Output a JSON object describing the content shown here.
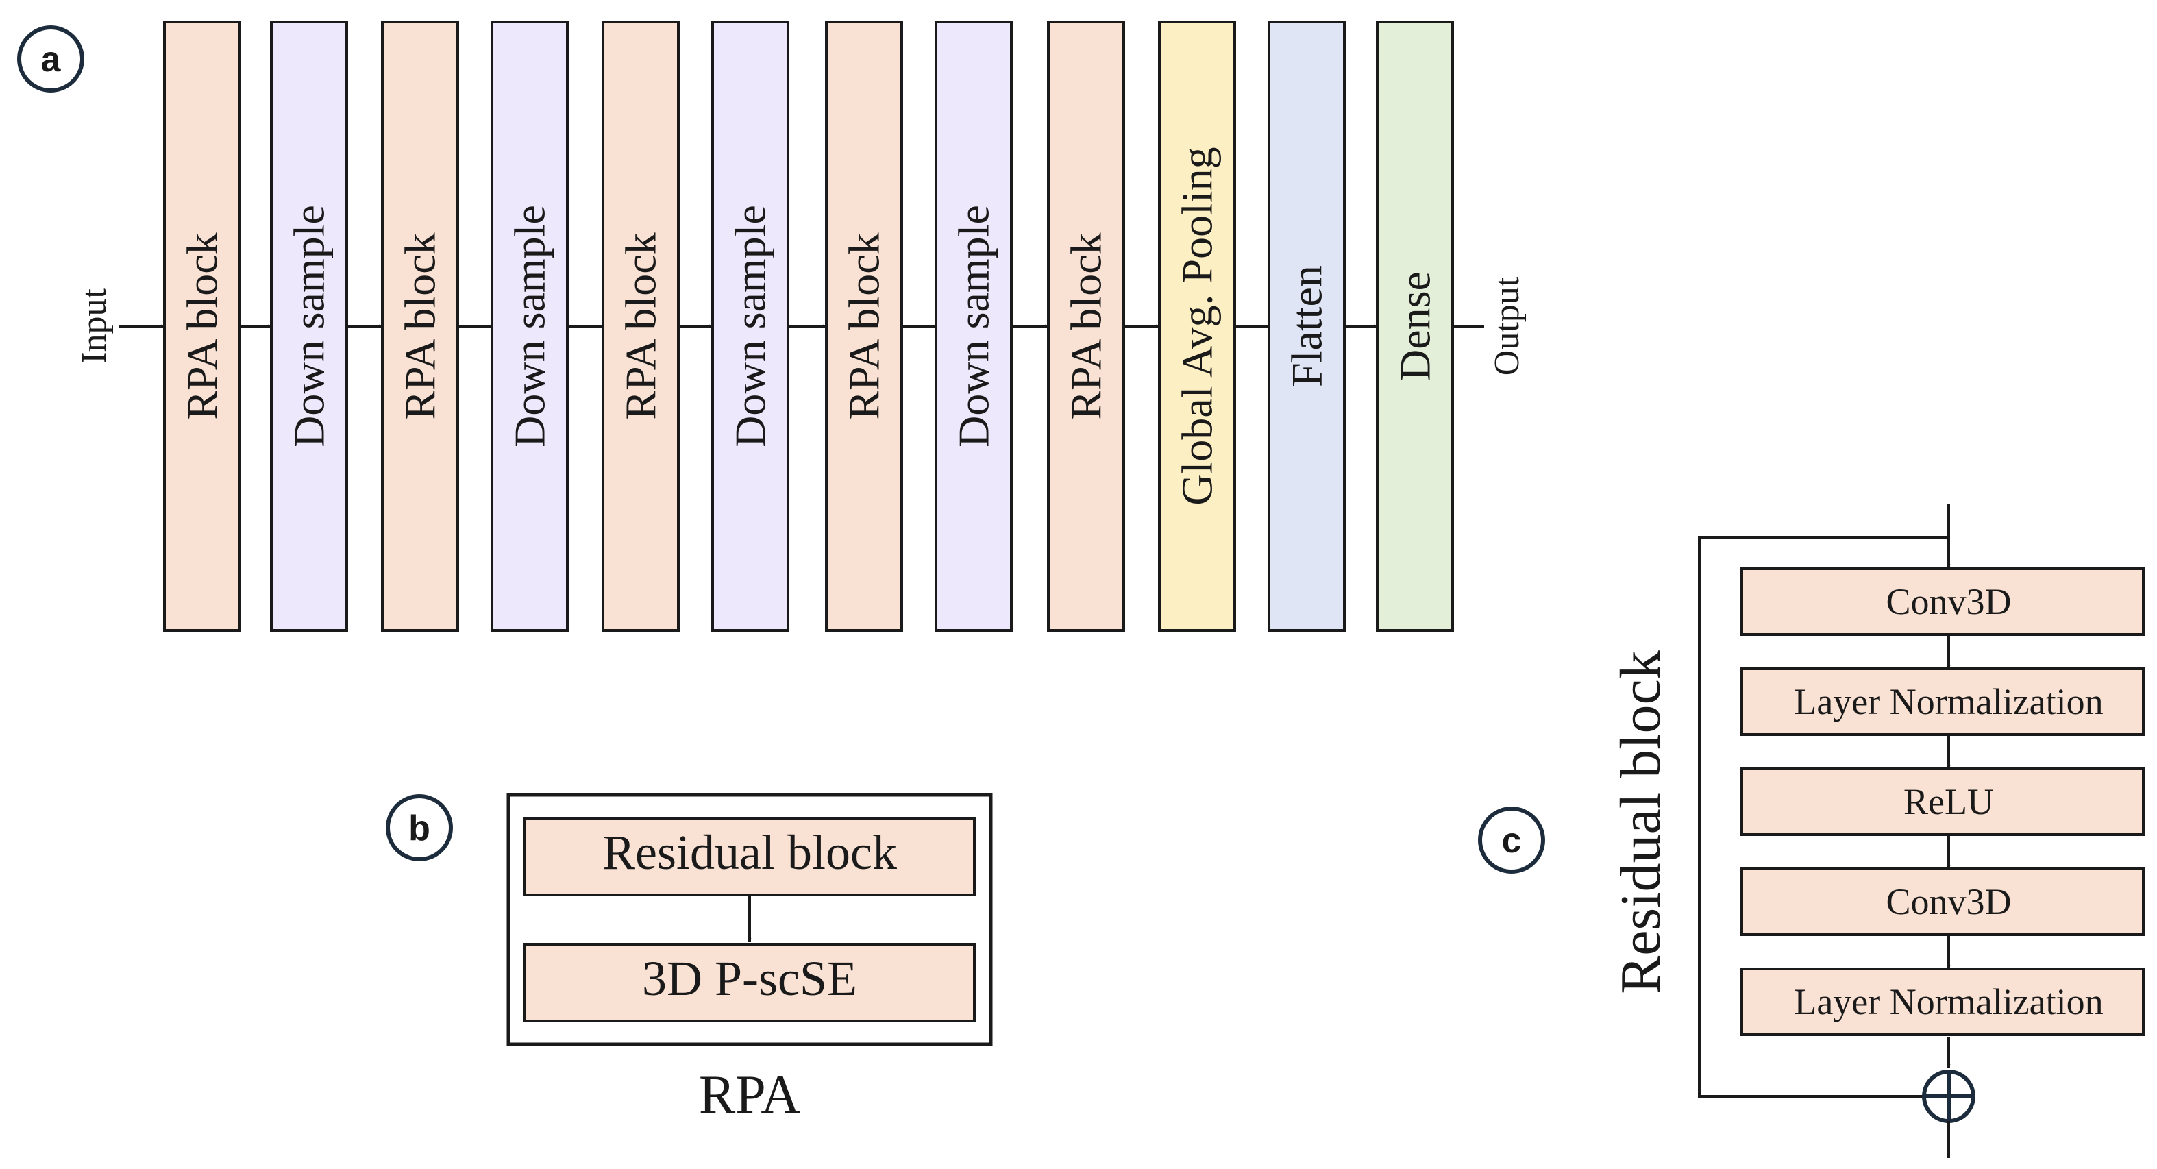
{
  "panels": {
    "a": "a",
    "b": "b",
    "c": "c"
  },
  "panel_a": {
    "input_label": "Input",
    "output_label": "Output",
    "blocks": [
      {
        "label": "RPA block",
        "kind": "rpa"
      },
      {
        "label": "Down sample",
        "kind": "down"
      },
      {
        "label": "RPA block",
        "kind": "rpa"
      },
      {
        "label": "Down sample",
        "kind": "down"
      },
      {
        "label": "RPA block",
        "kind": "rpa"
      },
      {
        "label": "Down sample",
        "kind": "down"
      },
      {
        "label": "RPA block",
        "kind": "rpa"
      },
      {
        "label": "Down sample",
        "kind": "down"
      },
      {
        "label": "RPA block",
        "kind": "rpa"
      },
      {
        "label": "Global Avg. Pooling",
        "kind": "pool"
      },
      {
        "label": "Flatten",
        "kind": "flat"
      },
      {
        "label": "Dense",
        "kind": "dense"
      }
    ]
  },
  "panel_b": {
    "caption": "RPA",
    "blocks": [
      "Residual block",
      "3D P-scSE"
    ]
  },
  "panel_c": {
    "title": "Residual block",
    "blocks": [
      "Conv3D",
      "Layer Normalization",
      "ReLU",
      "Conv3D",
      "Layer Normalization"
    ]
  },
  "colors": {
    "rpa": "#f9e2d4",
    "down": "#ede8fb",
    "pool": "#fdefc4",
    "flat": "#dfe5f4",
    "dense": "#e4efd9",
    "panel_label": "#1d2c3c"
  }
}
